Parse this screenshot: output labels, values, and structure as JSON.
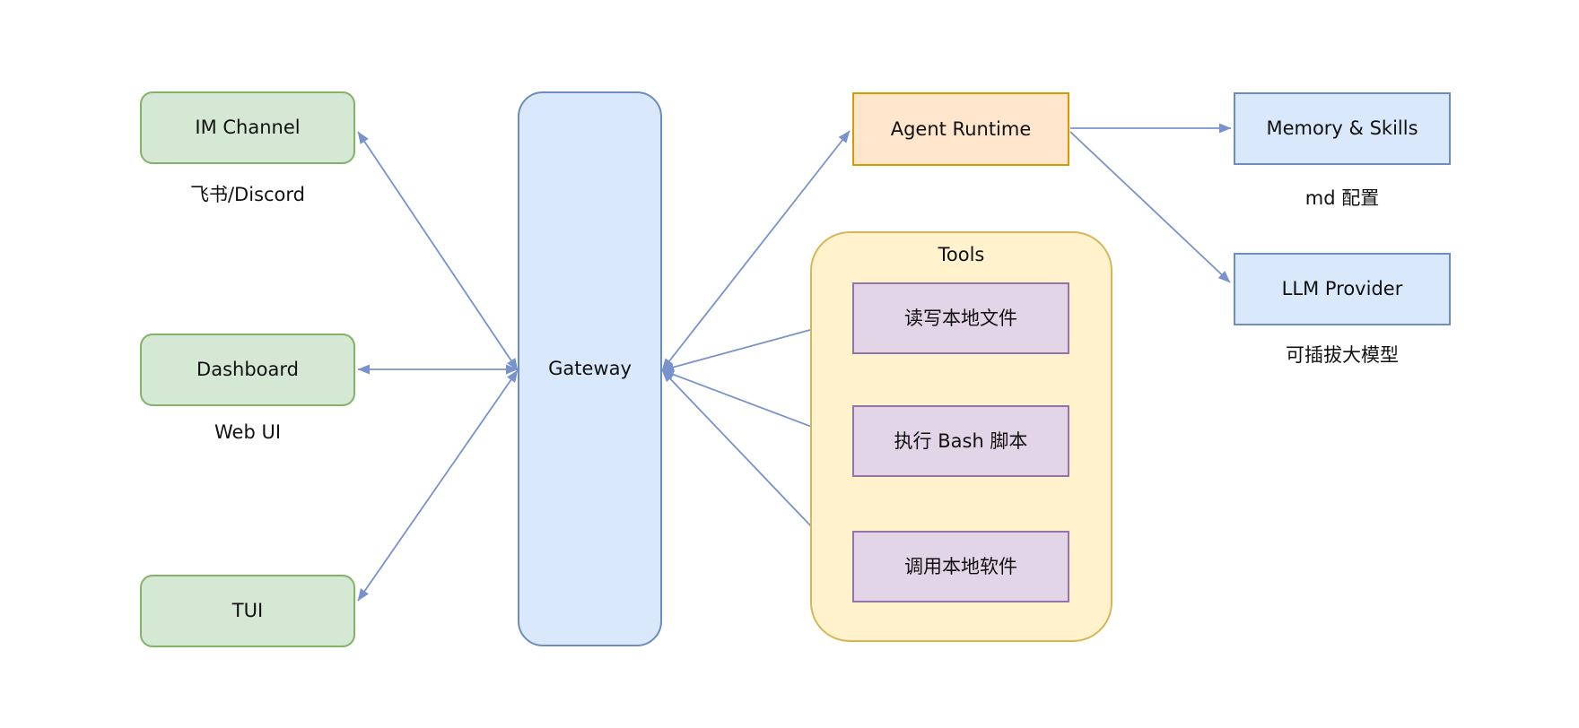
{
  "diagram": {
    "clients": [
      {
        "label": "IM Channel",
        "caption": "飞书/Discord"
      },
      {
        "label": "Dashboard",
        "caption": "Web UI"
      },
      {
        "label": "TUI",
        "caption": ""
      }
    ],
    "gateway": {
      "label": "Gateway"
    },
    "agent_runtime": {
      "label": "Agent Runtime"
    },
    "tools": {
      "title": "Tools",
      "items": [
        {
          "label": "读写本地文件"
        },
        {
          "label": "执行 Bash 脚本"
        },
        {
          "label": "调用本地软件"
        }
      ]
    },
    "providers": [
      {
        "label": "Memory & Skills",
        "caption": "md 配置"
      },
      {
        "label": "LLM Provider",
        "caption": "可插拔大模型"
      }
    ],
    "palette": {
      "client_fill": "#d5e8d4",
      "client_stroke": "#82b366",
      "gateway_fill": "#dae8fc",
      "gateway_stroke": "#6c8ebf",
      "runtime_fill": "#ffe6cc",
      "runtime_stroke": "#d79b00",
      "tools_fill": "#fff2cc",
      "tools_stroke": "#d6b656",
      "tool_fill": "#e1d5e7",
      "tool_stroke": "#9673a6",
      "provider_fill": "#dae8fc",
      "provider_stroke": "#6c8ebf",
      "connector": "#7892cb",
      "background": "#ffffff",
      "text": "#111111"
    }
  }
}
